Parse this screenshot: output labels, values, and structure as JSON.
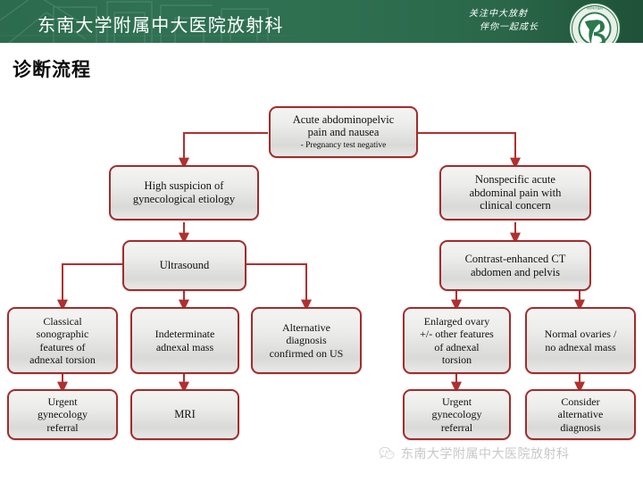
{
  "header": {
    "org_title": "东南大学附属中大医院放射科",
    "slogan_line1": "关注中大放射",
    "slogan_line2": "伴你一起成长",
    "logo_name": "hospital-emblem-logo",
    "band_color": "#2e7050"
  },
  "slide": {
    "title": "诊断流程"
  },
  "flowchart": {
    "accent_border": "#a22c2c",
    "node_fill": "#ececea",
    "nodes": [
      {
        "id": "root",
        "line1": "Acute abdominopelvic",
        "line2": "pain and nausea",
        "sub": "- Pregnancy test negative"
      },
      {
        "id": "gyn-suspicion",
        "line1": "High suspicion of",
        "line2": "gynecological etiology"
      },
      {
        "id": "nonspecific",
        "line1": "Nonspecific acute",
        "line2": "abdominal pain with",
        "line3": "clinical concern"
      },
      {
        "id": "ultrasound",
        "line1": "Ultrasound"
      },
      {
        "id": "ct",
        "line1": "Contrast-enhanced CT",
        "line2": "abdomen and pelvis"
      },
      {
        "id": "classical-us",
        "line1": "Classical",
        "line2": "sonographic",
        "line3": "features of",
        "line4": "adnexal torsion"
      },
      {
        "id": "indeterminate",
        "line1": "Indeterminate",
        "line2": "adnexal mass"
      },
      {
        "id": "alt-dx-us",
        "line1": "Alternative",
        "line2": "diagnosis",
        "line3": "confirmed on US"
      },
      {
        "id": "enlarged-ovary",
        "line1": "Enlarged ovary",
        "line2": "+/- other features",
        "line3": "of adnexal",
        "line4": "torsion"
      },
      {
        "id": "normal-ovaries",
        "line1": "Normal ovaries /",
        "line2": "no adnexal mass"
      },
      {
        "id": "urgent-referral-left",
        "line1": "Urgent",
        "line2": "gynecology",
        "line3": "referral"
      },
      {
        "id": "mri",
        "line1": "MRI"
      },
      {
        "id": "urgent-referral-right",
        "line1": "Urgent",
        "line2": "gynecology",
        "line3": "referral"
      },
      {
        "id": "consider-alt",
        "line1": "Consider",
        "line2": "alternative",
        "line3": "diagnosis"
      }
    ]
  },
  "footer": {
    "account_name": "东南大学附属中大医院放射科",
    "icon_name": "wechat-icon"
  }
}
